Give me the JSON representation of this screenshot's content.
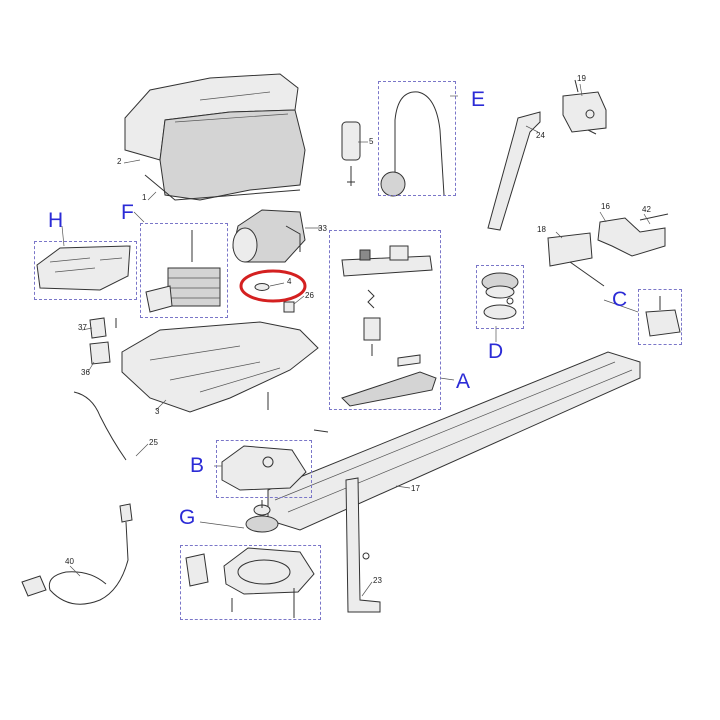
{
  "group_labels": {
    "A": "A",
    "B": "B",
    "C": "C",
    "D": "D",
    "E": "E",
    "F": "F",
    "G": "G",
    "H": "H"
  },
  "part_numbers": {
    "n1": "1",
    "n2": "2",
    "n3": "3",
    "n4": "4",
    "n5": "5",
    "n16": "16",
    "n17": "17",
    "n18": "18",
    "n19": "19",
    "n23": "23",
    "n24": "24",
    "n25": "25",
    "n26": "26",
    "n33": "33",
    "n36": "36",
    "n37": "37",
    "n40": "40",
    "n42": "42"
  },
  "colors": {
    "group_label": "#2b2bd6",
    "group_border": "#7a76c8",
    "highlight_ring": "#d42020",
    "line_art": "#333333"
  }
}
